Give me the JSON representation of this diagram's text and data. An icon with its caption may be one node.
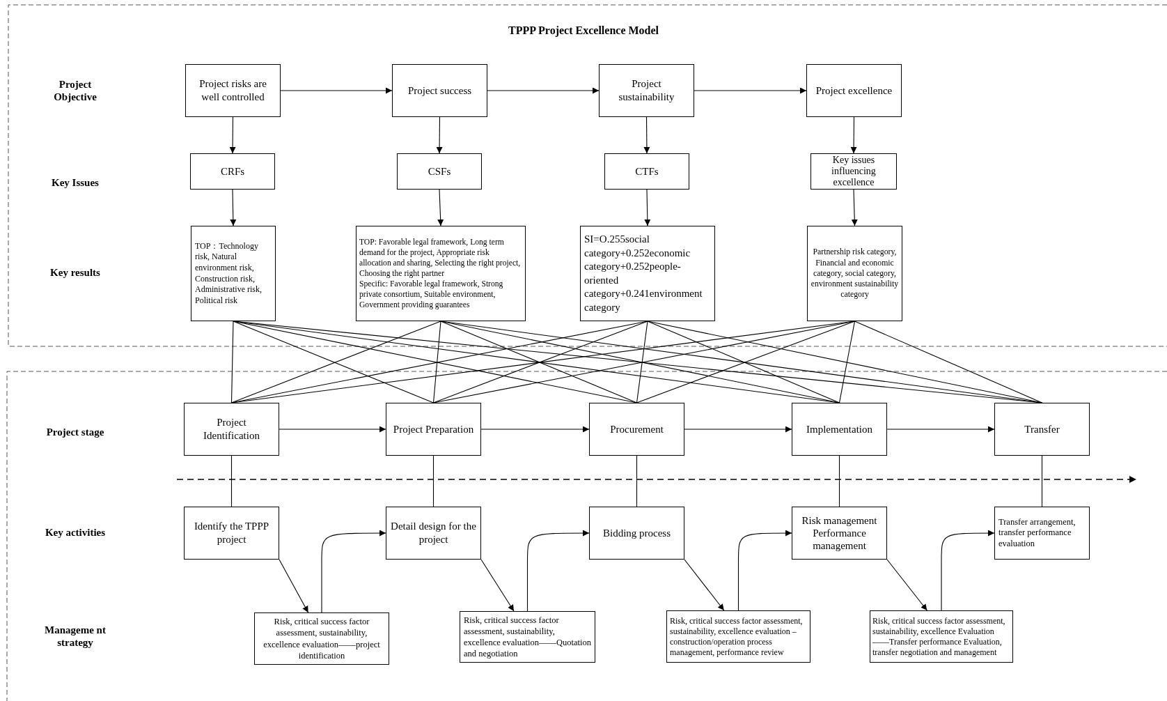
{
  "diagram": {
    "title": "TPPP Project Excellence Model",
    "nodes": [
      {
        "text": [
          "Project risks are well controlled"
        ]
      },
      {
        "text": [
          "Project success"
        ]
      },
      {
        "text": [
          "Project sustainability"
        ]
      },
      {
        "text": [
          "Project excellence"
        ]
      },
      {
        "text": [
          "CRFs"
        ]
      },
      {
        "text": [
          "CSFs"
        ]
      },
      {
        "text": [
          "CTFs"
        ]
      },
      {
        "text": [
          "Key issues influencing excellence"
        ]
      },
      {
        "text": [
          "TOP：Technology risk, Natural environment risk, Construction risk, Administrative risk, Political risk"
        ]
      },
      {
        "text": [
          "TOP: Favorable legal framework, Long term demand for the project, Appropriate risk allocation and sharing, Selecting the right project, Choosing the right partner",
          "Specific: Favorable legal framework, Strong private consortium, Suitable environment, Government providing guarantees"
        ]
      },
      {
        "text": [
          "SI=O.255social category+0.252economic category+0.252people-oriented category+0.241environment category"
        ]
      },
      {
        "text": [
          "Partnership risk category, Financial and economic category, social category, environment sustainability category"
        ]
      },
      {
        "text": [
          "Project Identification"
        ]
      },
      {
        "text": [
          "Project Preparation"
        ]
      },
      {
        "text": [
          "Procurement"
        ]
      },
      {
        "text": [
          "Implementation"
        ]
      },
      {
        "text": [
          "Transfer"
        ]
      },
      {
        "text": [
          "Identify the TPPP project"
        ]
      },
      {
        "text": [
          "Detail design for the project"
        ]
      },
      {
        "text": [
          "Bidding process"
        ]
      },
      {
        "text": [
          "Risk management Performance management"
        ]
      },
      {
        "text": [
          "Transfer arrangement, transfer performance evaluation"
        ]
      },
      {
        "text": [
          "Risk, critical success factor assessment, sustainability, excellence evaluation——project identification"
        ]
      },
      {
        "text": [
          "Risk, critical success factor assessment, sustainability, excellence evaluation——Quotation and negotiation"
        ]
      },
      {
        "text": [
          "Risk, critical success factor assessment, sustainability, excellence evaluation – construction/operation process management, performance review"
        ]
      },
      {
        "text": [
          "Risk, critical success factor assessment, sustainability, excellence Evaluation——Transfer performance Evaluation, transfer negotiation and management"
        ]
      }
    ],
    "edges": [
      {
        "from": 0,
        "to": 1,
        "arrow": "to"
      },
      {
        "from": 1,
        "to": 2,
        "arrow": "to"
      },
      {
        "from": 2,
        "to": 3,
        "arrow": "to"
      },
      {
        "from": 0,
        "to": 4,
        "arrow": "to"
      },
      {
        "from": 1,
        "to": 5,
        "arrow": "to"
      },
      {
        "from": 2,
        "to": 6,
        "arrow": "to"
      },
      {
        "from": 3,
        "to": 7,
        "arrow": "to"
      },
      {
        "from": 4,
        "to": 8,
        "arrow": "to"
      },
      {
        "from": 5,
        "to": 9,
        "arrow": "to"
      },
      {
        "from": 6,
        "to": 10,
        "arrow": "to"
      },
      {
        "from": 7,
        "to": 11,
        "arrow": "to"
      },
      {
        "from": 8,
        "to": 12,
        "arrow": "none"
      },
      {
        "from": 8,
        "to": 13,
        "arrow": "none"
      },
      {
        "from": 8,
        "to": 14,
        "arrow": "none"
      },
      {
        "from": 8,
        "to": 15,
        "arrow": "none"
      },
      {
        "from": 8,
        "to": 16,
        "arrow": "none"
      },
      {
        "from": 9,
        "to": 12,
        "arrow": "none"
      },
      {
        "from": 9,
        "to": 13,
        "arrow": "none"
      },
      {
        "from": 9,
        "to": 14,
        "arrow": "none"
      },
      {
        "from": 9,
        "to": 15,
        "arrow": "none"
      },
      {
        "from": 9,
        "to": 16,
        "arrow": "none"
      },
      {
        "from": 10,
        "to": 12,
        "arrow": "none"
      },
      {
        "from": 10,
        "to": 13,
        "arrow": "none"
      },
      {
        "from": 10,
        "to": 14,
        "arrow": "none"
      },
      {
        "from": 10,
        "to": 15,
        "arrow": "none"
      },
      {
        "from": 10,
        "to": 16,
        "arrow": "none"
      },
      {
        "from": 11,
        "to": 12,
        "arrow": "none"
      },
      {
        "from": 11,
        "to": 13,
        "arrow": "none"
      },
      {
        "from": 11,
        "to": 14,
        "arrow": "none"
      },
      {
        "from": 11,
        "to": 15,
        "arrow": "none"
      },
      {
        "from": 11,
        "to": 16,
        "arrow": "none"
      },
      {
        "from": 12,
        "to": 13,
        "arrow": "to"
      },
      {
        "from": 13,
        "to": 14,
        "arrow": "to"
      },
      {
        "from": 14,
        "to": 15,
        "arrow": "to"
      },
      {
        "from": 15,
        "to": 16,
        "arrow": "to"
      },
      {
        "from": 12,
        "to": 17,
        "arrow": "none"
      },
      {
        "from": 13,
        "to": 18,
        "arrow": "none"
      },
      {
        "from": 14,
        "to": 19,
        "arrow": "none"
      },
      {
        "from": 15,
        "to": 20,
        "arrow": "none"
      },
      {
        "from": 16,
        "to": 21,
        "arrow": "none"
      },
      {
        "from": 17,
        "to": 22,
        "arrow": "to"
      },
      {
        "from": 18,
        "to": 23,
        "arrow": "to"
      },
      {
        "from": 19,
        "to": 24,
        "arrow": "to"
      },
      {
        "from": 20,
        "to": 25,
        "arrow": "to"
      },
      {
        "from": 22,
        "to": 18,
        "arrow": "to"
      },
      {
        "from": 23,
        "to": 19,
        "arrow": "to"
      },
      {
        "from": 24,
        "to": 20,
        "arrow": "to"
      },
      {
        "from": 25,
        "to": 21,
        "arrow": "to"
      }
    ],
    "labels": [
      "Project Objective",
      "Key Issues",
      "Key results",
      "Project stage",
      "Key activities",
      "Manageme nt strategy"
    ]
  }
}
